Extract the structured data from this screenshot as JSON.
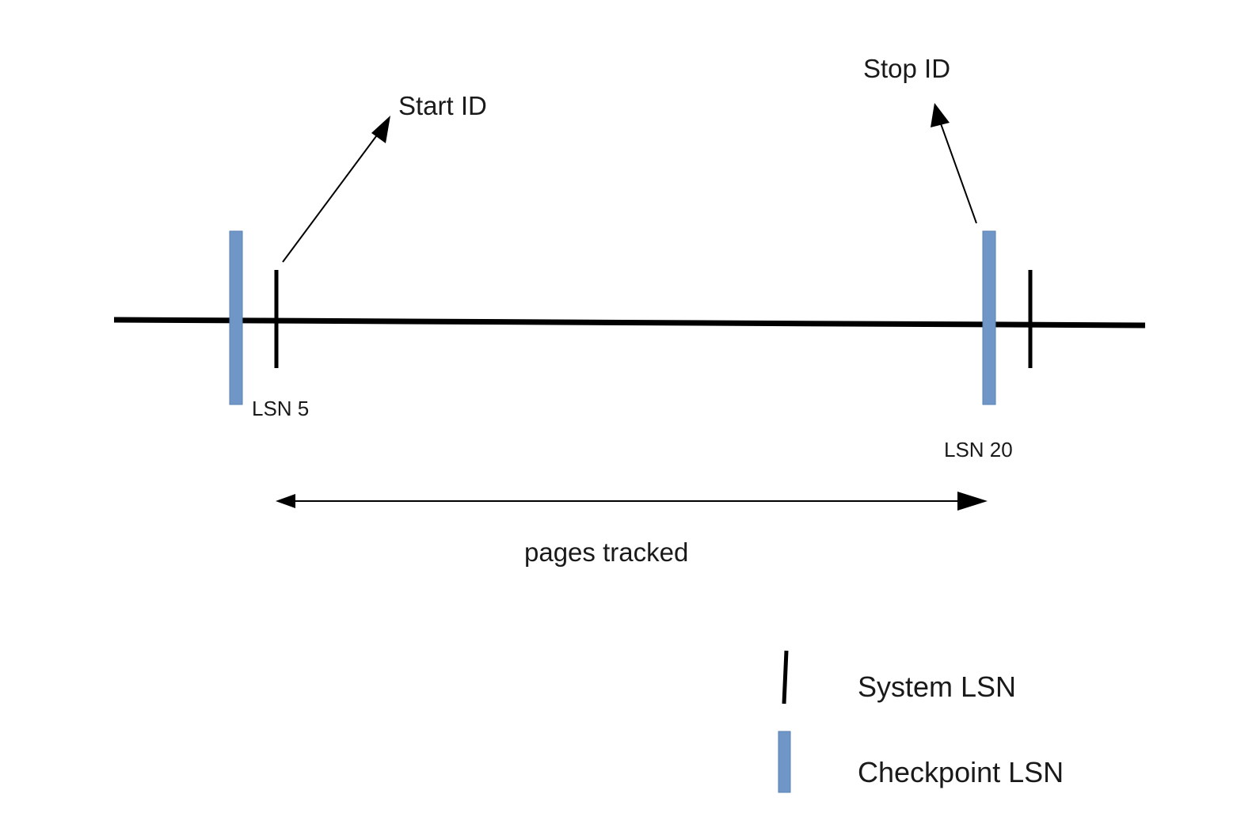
{
  "diagram": {
    "labels": {
      "start_id": "Start ID",
      "stop_id": "Stop ID",
      "lsn_start": "LSN 5",
      "lsn_stop": "LSN 20",
      "span": "pages tracked"
    },
    "legend": {
      "system": {
        "label": "System LSN",
        "color": "#000000"
      },
      "checkpoint": {
        "label": "Checkpoint LSN",
        "color": "#6f96c6"
      }
    }
  }
}
